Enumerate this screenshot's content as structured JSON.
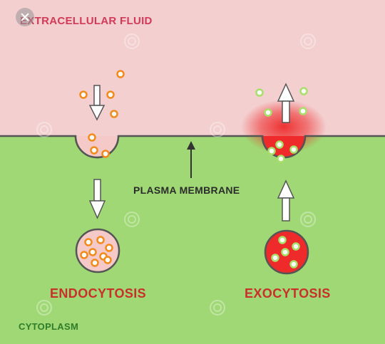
{
  "labels": {
    "extracellular": "EXTRACELLULAR FLUID",
    "plasma_membrane": "PLASMA MEMBRANE",
    "endocytosis": "ENDOCYTOSIS",
    "exocytosis": "EXOCYTOSIS",
    "cytoplasm": "CYTOPLASM"
  },
  "colors": {
    "extracellular_bg": "#f3cfd0",
    "cytoplasm_bg": "#9fd874",
    "membrane": "#555555",
    "endo_vesicle": "#f4c9c7",
    "endo_particle": "#f28a1c",
    "exo_vesicle": "#ee2a2a",
    "exo_particle": "#a9e06a"
  },
  "icons": {
    "close": "close-icon",
    "watermark": "spiral-watermark-icon"
  }
}
